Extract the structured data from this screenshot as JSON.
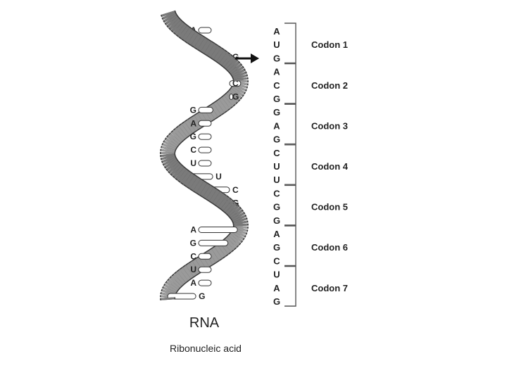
{
  "diagram": {
    "title": "RNA",
    "subtitle": "Ribonucleic acid",
    "helix_bases": [
      "A",
      "U",
      "G",
      "A",
      "C",
      "G",
      "G",
      "A",
      "G",
      "C",
      "U",
      "U",
      "C",
      "G",
      "G",
      "A",
      "G",
      "C",
      "U",
      "A",
      "G"
    ],
    "colors": {
      "ribbon": "#7a7a7a",
      "ribbon_edge": "#3a3a3a",
      "base": "#ffffff",
      "bracket": "#555555",
      "text": "#222222"
    },
    "codons": [
      {
        "label": "Codon 1",
        "bases": [
          "A",
          "U",
          "G"
        ]
      },
      {
        "label": "Codon 2",
        "bases": [
          "A",
          "C",
          "G"
        ]
      },
      {
        "label": "Codon 3",
        "bases": [
          "G",
          "A",
          "G"
        ]
      },
      {
        "label": "Codon 4",
        "bases": [
          "C",
          "U",
          "U"
        ]
      },
      {
        "label": "Codon 5",
        "bases": [
          "C",
          "G",
          "G"
        ]
      },
      {
        "label": "Codon 6",
        "bases": [
          "A",
          "G",
          "C"
        ]
      },
      {
        "label": "Codon 7",
        "bases": [
          "U",
          "A",
          "G"
        ]
      }
    ],
    "arrow_icon": "right-arrow-icon"
  }
}
